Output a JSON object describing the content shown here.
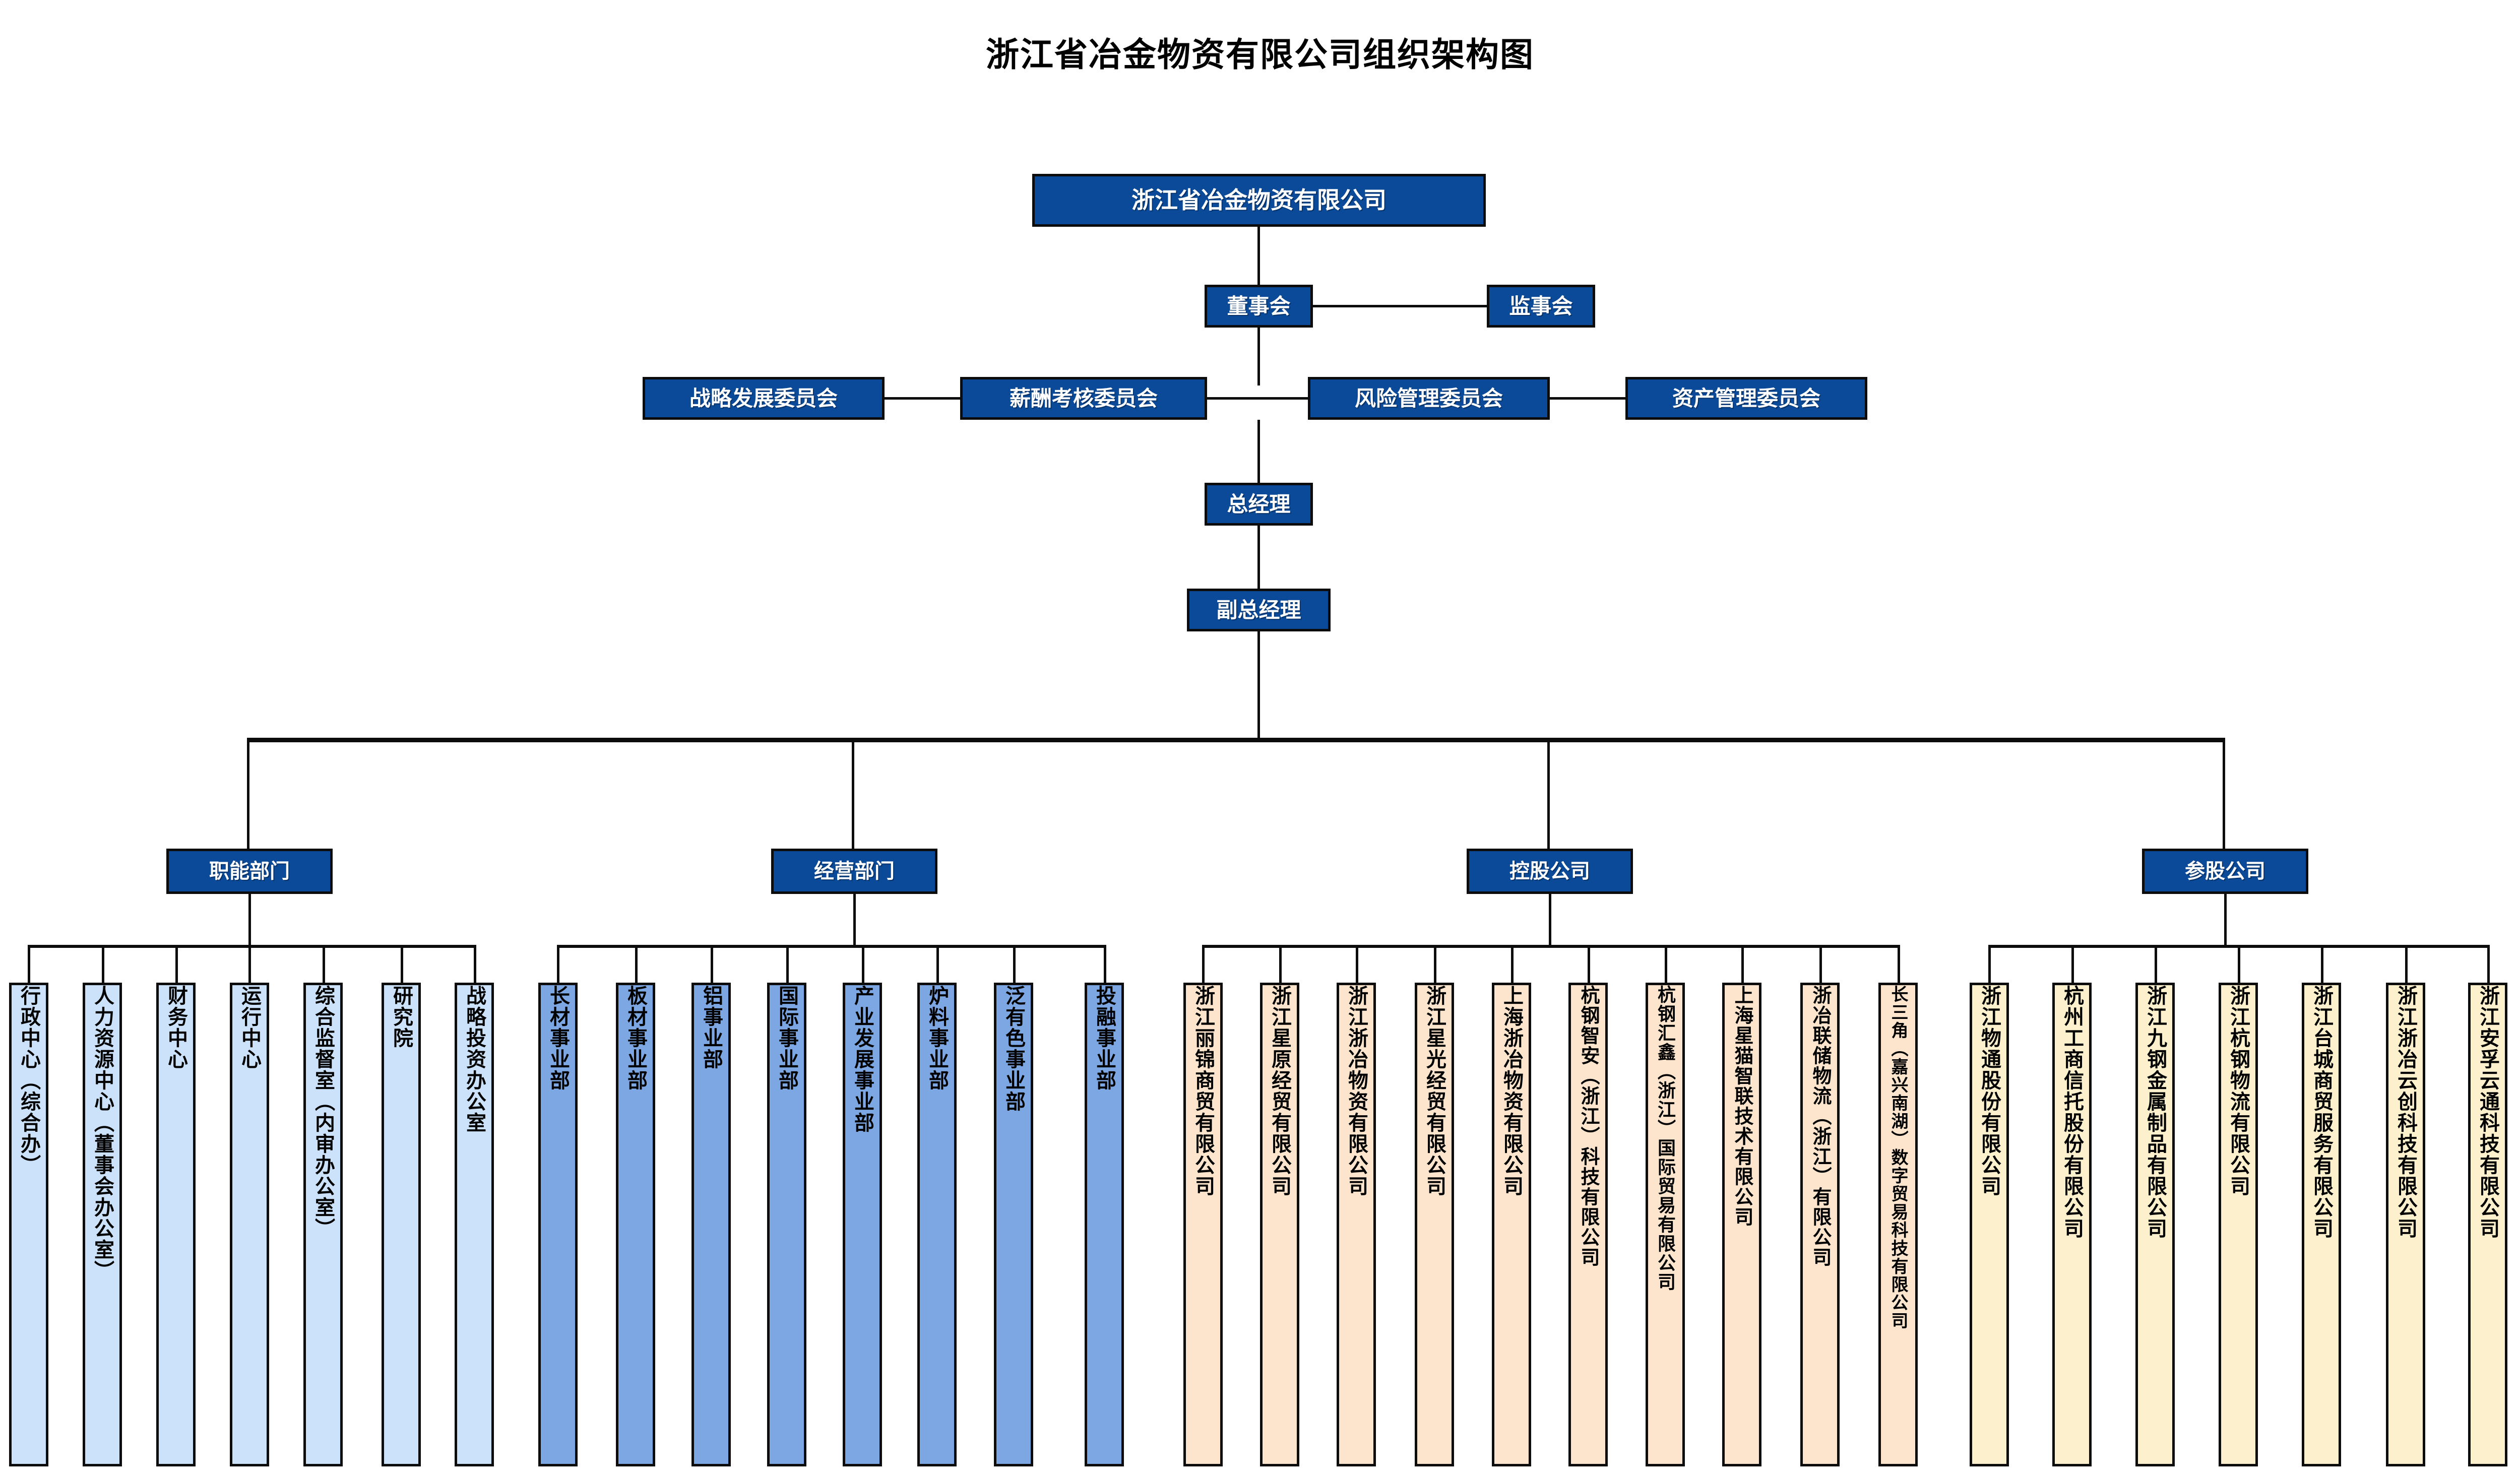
{
  "title": "浙江省冶金物资有限公司组织架构图",
  "top": {
    "company": "浙江省冶金物资有限公司",
    "board": "董事会",
    "supervisors": "监事会",
    "general_manager": "总经理",
    "deputy_general_manager": "副总经理"
  },
  "committees": [
    "战略发展委员会",
    "薪酬考核委员会",
    "风险管理委员会",
    "资产管理委员会"
  ],
  "categories": {
    "functional": {
      "label": "职能部门",
      "color": "#cce2fa",
      "items": [
        "行政中心（综合办）",
        "人力资源中心（董事会办公室）",
        "财务中心",
        "运行中心",
        "综合监督室（内审办公室）",
        "研究院",
        "战略投资办公室"
      ]
    },
    "business": {
      "label": "经营部门",
      "color": "#7da7e3",
      "items": [
        "长材事业部",
        "板材事业部",
        "铝事业部",
        "国际事业部",
        "产业发展事业部",
        "炉料事业部",
        "泛有色事业部",
        "投融事业部"
      ]
    },
    "holding": {
      "label": "控股公司",
      "color": "#fde5cd",
      "items": [
        "浙江丽锦商贸有限公司",
        "浙江星原经贸有限公司",
        "浙江浙冶物资有限公司",
        "浙江星光经贸有限公司",
        "上海浙冶物资有限公司",
        "杭钢智安（浙江）科技有限公司",
        "杭钢汇鑫（浙江）国际贸易有限公司",
        "上海星猫智联技术有限公司",
        "浙冶联储物流（浙江）有限公司",
        "长三角（嘉兴南湖）数字贸易科技有限公司"
      ]
    },
    "associate": {
      "label": "参股公司",
      "color": "#fdf0cd",
      "items": [
        "浙江物通股份有限公司",
        "杭州工商信托股份有限公司",
        "浙江九钢金属制品有限公司",
        "浙江杭钢物流有限公司",
        "浙江台城商贸服务有限公司",
        "浙江浙冶云创科技有限公司",
        "浙江安孚云通科技有限公司"
      ]
    }
  },
  "colors": {
    "executive_blue": "#0b4a99",
    "line_black": "#0c0c0c",
    "background": "#ffffff"
  }
}
